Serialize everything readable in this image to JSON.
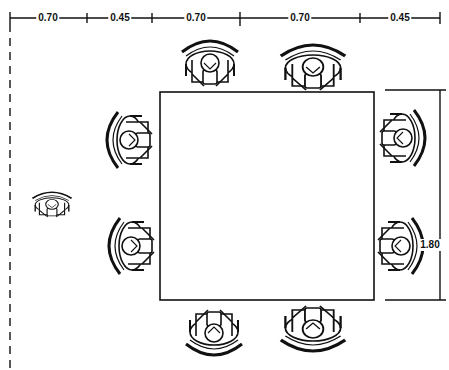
{
  "diagram": {
    "labels": [
      "0.70",
      "0.45",
      "0.70",
      "0.70",
      "0.45",
      "1.80"
    ]
  }
}
